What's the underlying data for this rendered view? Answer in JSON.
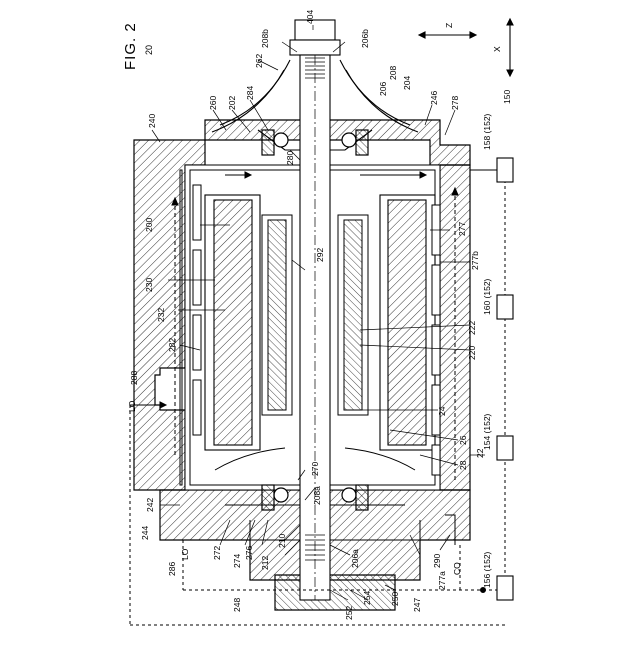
{
  "figure": {
    "title": "FIG. 2",
    "number": "20"
  },
  "axes": {
    "z": "Z",
    "x": "X"
  },
  "labels": [
    {
      "id": "404",
      "text": "404"
    },
    {
      "id": "208b",
      "text": "208b"
    },
    {
      "id": "206b",
      "text": "206b"
    },
    {
      "id": "262",
      "text": "262"
    },
    {
      "id": "208",
      "text": "208"
    },
    {
      "id": "206",
      "text": "206"
    },
    {
      "id": "204",
      "text": "204"
    },
    {
      "id": "240",
      "text": "240"
    },
    {
      "id": "260",
      "text": "260"
    },
    {
      "id": "202",
      "text": "202"
    },
    {
      "id": "284",
      "text": "284"
    },
    {
      "id": "246",
      "text": "246"
    },
    {
      "id": "278",
      "text": "278"
    },
    {
      "id": "150",
      "text": "150"
    },
    {
      "id": "158",
      "text": "158 (152)"
    },
    {
      "id": "280",
      "text": "280"
    },
    {
      "id": "200",
      "text": "200"
    },
    {
      "id": "277",
      "text": "277"
    },
    {
      "id": "292",
      "text": "292"
    },
    {
      "id": "277b",
      "text": "277b"
    },
    {
      "id": "230",
      "text": "230"
    },
    {
      "id": "160",
      "text": "160 (152)"
    },
    {
      "id": "232",
      "text": "232"
    },
    {
      "id": "222",
      "text": "222"
    },
    {
      "id": "282",
      "text": "282"
    },
    {
      "id": "220",
      "text": "220"
    },
    {
      "id": "288",
      "text": "288"
    },
    {
      "id": "LO1",
      "text": "LO"
    },
    {
      "id": "24",
      "text": "24"
    },
    {
      "id": "154",
      "text": "154 (152)"
    },
    {
      "id": "26",
      "text": "26"
    },
    {
      "id": "22",
      "text": "22"
    },
    {
      "id": "28",
      "text": "28"
    },
    {
      "id": "270",
      "text": "270"
    },
    {
      "id": "208a",
      "text": "208a"
    },
    {
      "id": "242",
      "text": "242"
    },
    {
      "id": "244",
      "text": "244"
    },
    {
      "id": "272",
      "text": "272"
    },
    {
      "id": "274",
      "text": "274"
    },
    {
      "id": "276",
      "text": "276"
    },
    {
      "id": "210",
      "text": "210"
    },
    {
      "id": "212",
      "text": "212"
    },
    {
      "id": "206a",
      "text": "206a"
    },
    {
      "id": "290",
      "text": "290"
    },
    {
      "id": "277a",
      "text": "277a"
    },
    {
      "id": "CO",
      "text": "CO"
    },
    {
      "id": "156",
      "text": "156 (152)"
    },
    {
      "id": "286",
      "text": "286"
    },
    {
      "id": "LO2",
      "text": "LO"
    },
    {
      "id": "248",
      "text": "248"
    },
    {
      "id": "252",
      "text": "252"
    },
    {
      "id": "254",
      "text": "254"
    },
    {
      "id": "250",
      "text": "250"
    },
    {
      "id": "247",
      "text": "247"
    }
  ],
  "colors": {
    "line": "#000000",
    "background": "#ffffff"
  }
}
